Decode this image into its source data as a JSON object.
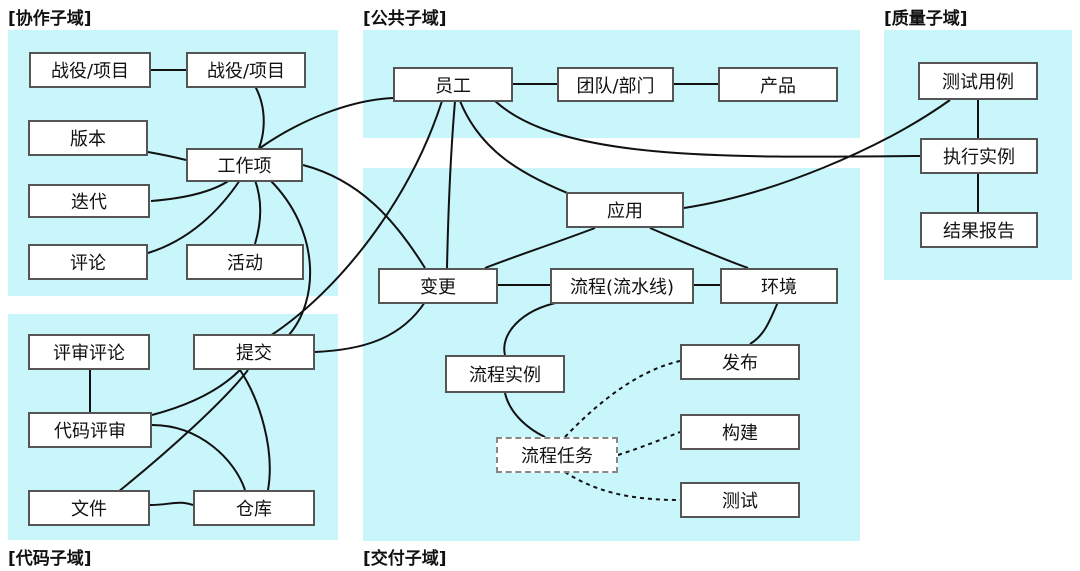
{
  "regions": {
    "collab": "[协作子域]",
    "public": "[公共子域]",
    "quality": "[质量子域]",
    "code": "[代码子域]",
    "delivery": "[交付子域]"
  },
  "nodes": {
    "campaign1": "战役/项目",
    "campaign2": "战役/项目",
    "version": "版本",
    "workitem": "工作项",
    "iteration": "迭代",
    "comment": "评论",
    "activity": "活动",
    "employee": "员工",
    "team": "团队/部门",
    "product": "产品",
    "testcase": "测试用例",
    "execution": "执行实例",
    "report": "结果报告",
    "application": "应用",
    "change": "变更",
    "pipeline": "流程(流水线)",
    "environment": "环境",
    "reviewcomment": "评审评论",
    "commit": "提交",
    "codereview": "代码评审",
    "file": "文件",
    "repo": "仓库",
    "pipelineinstance": "流程实例",
    "release": "发布",
    "pipelinetask": "流程任务",
    "build": "构建",
    "test": "测试"
  }
}
